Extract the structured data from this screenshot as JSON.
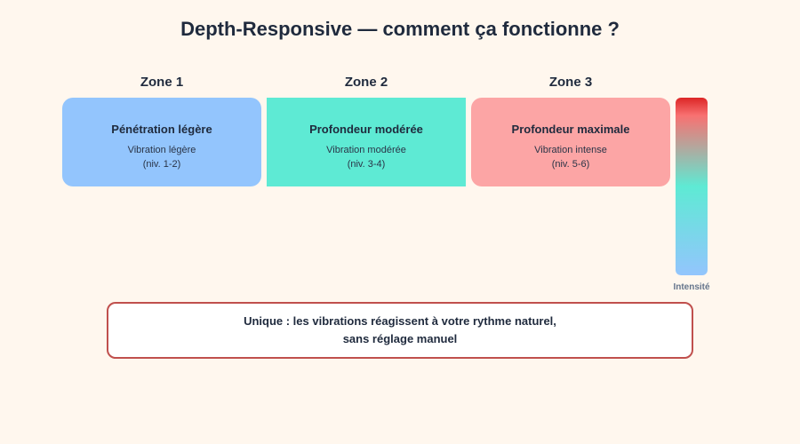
{
  "title": "Depth-Responsive — comment ça fonctionne ?",
  "zones": [
    {
      "header": "Zone 1",
      "name": "Pénétration légère",
      "desc1": "Vibration légère",
      "desc2": "(niv. 1-2)",
      "color": "#93c5fd"
    },
    {
      "header": "Zone 2",
      "name": "Profondeur modérée",
      "desc1": "Vibration modérée",
      "desc2": "(niv. 3-4)",
      "color": "#5eead4"
    },
    {
      "header": "Zone 3",
      "name": "Profondeur maximale",
      "desc1": "Vibration intense",
      "desc2": "(niv. 5-6)",
      "color": "#fca5a5"
    }
  ],
  "gauge": {
    "label": "Intensité",
    "colors": [
      "#dc2626",
      "#5eead4",
      "#93c5fd"
    ]
  },
  "callout": {
    "line1": "Unique : les vibrations réagissent à votre rythme naturel,",
    "line2": "sans réglage manuel",
    "border_color": "#c0504d"
  }
}
